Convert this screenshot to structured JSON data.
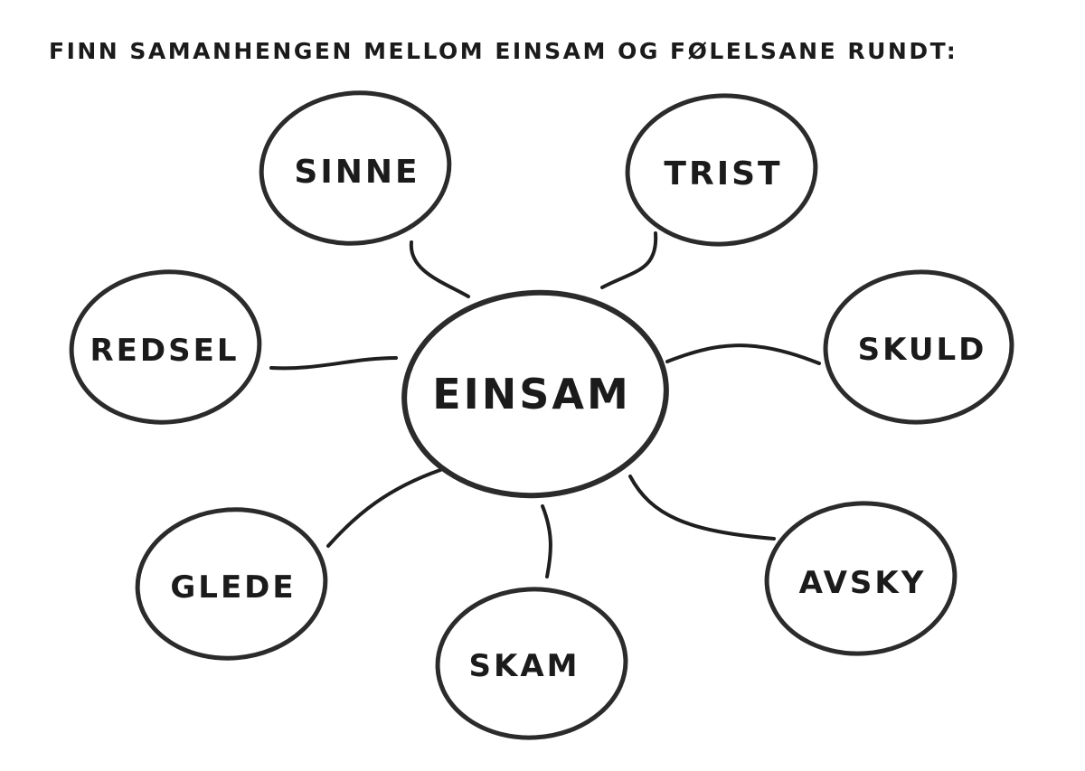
{
  "instruction": "FINN SAMANHENGEN MELLOM EINSAM OG FØLELSANE RUNDT:",
  "center": {
    "label": "EINSAM"
  },
  "emotions": [
    {
      "id": "sinne",
      "label": "SINNE"
    },
    {
      "id": "trist",
      "label": "TRIST"
    },
    {
      "id": "redsel",
      "label": "REDSEL"
    },
    {
      "id": "skuld",
      "label": "SKULD"
    },
    {
      "id": "glede",
      "label": "GLEDE"
    },
    {
      "id": "skam",
      "label": "SKAM"
    },
    {
      "id": "avsky",
      "label": "AVSKY"
    }
  ],
  "colors": {
    "stroke": "#2b2b2b",
    "shadow": "#444444",
    "text": "#1b1b1b",
    "background": "#ffffff"
  }
}
